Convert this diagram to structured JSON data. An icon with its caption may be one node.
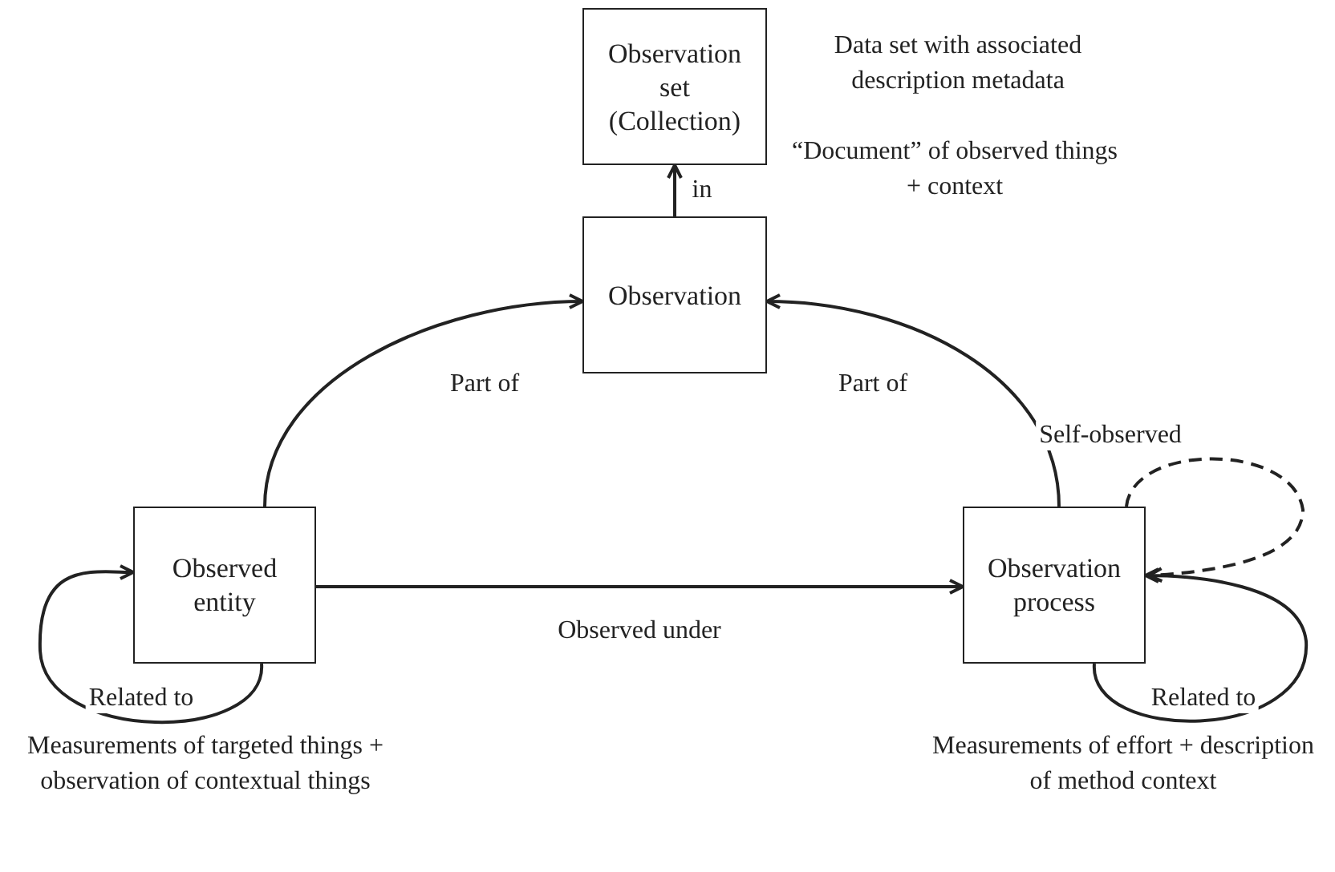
{
  "diagram": {
    "nodes": [
      {
        "text": [
          "Observation set (Collection)"
        ],
        "beside": [
          "Data set with associated description metadata"
        ]
      },
      {
        "text": [
          "Observation"
        ],
        "beside": [
          "“Document” of observed things + context"
        ]
      },
      {
        "text": [
          "Observed entity"
        ],
        "beside": [
          "Measurements of targeted things + observation of contextual things"
        ]
      },
      {
        "text": [
          "Observation process"
        ],
        "beside": [
          "Measurements of effort + description of method context"
        ]
      }
    ],
    "edges": [
      {
        "from": 1,
        "to": 0,
        "arrow": "to",
        "label": "in"
      },
      {
        "from": 2,
        "to": 1,
        "arrow": "to",
        "label": "Part of"
      },
      {
        "from": 3,
        "to": 1,
        "arrow": "to",
        "label": "Part of"
      },
      {
        "from": 2,
        "to": 3,
        "arrow": "to",
        "label": "Observed under"
      },
      {
        "from": 2,
        "to": 2,
        "arrow": "to",
        "label": "Related to"
      },
      {
        "from": 3,
        "to": 3,
        "arrow": "to",
        "label": "Related to"
      },
      {
        "from": 3,
        "to": 3,
        "arrow": "to",
        "label": "Self-observed",
        "style": "dashed"
      }
    ]
  }
}
